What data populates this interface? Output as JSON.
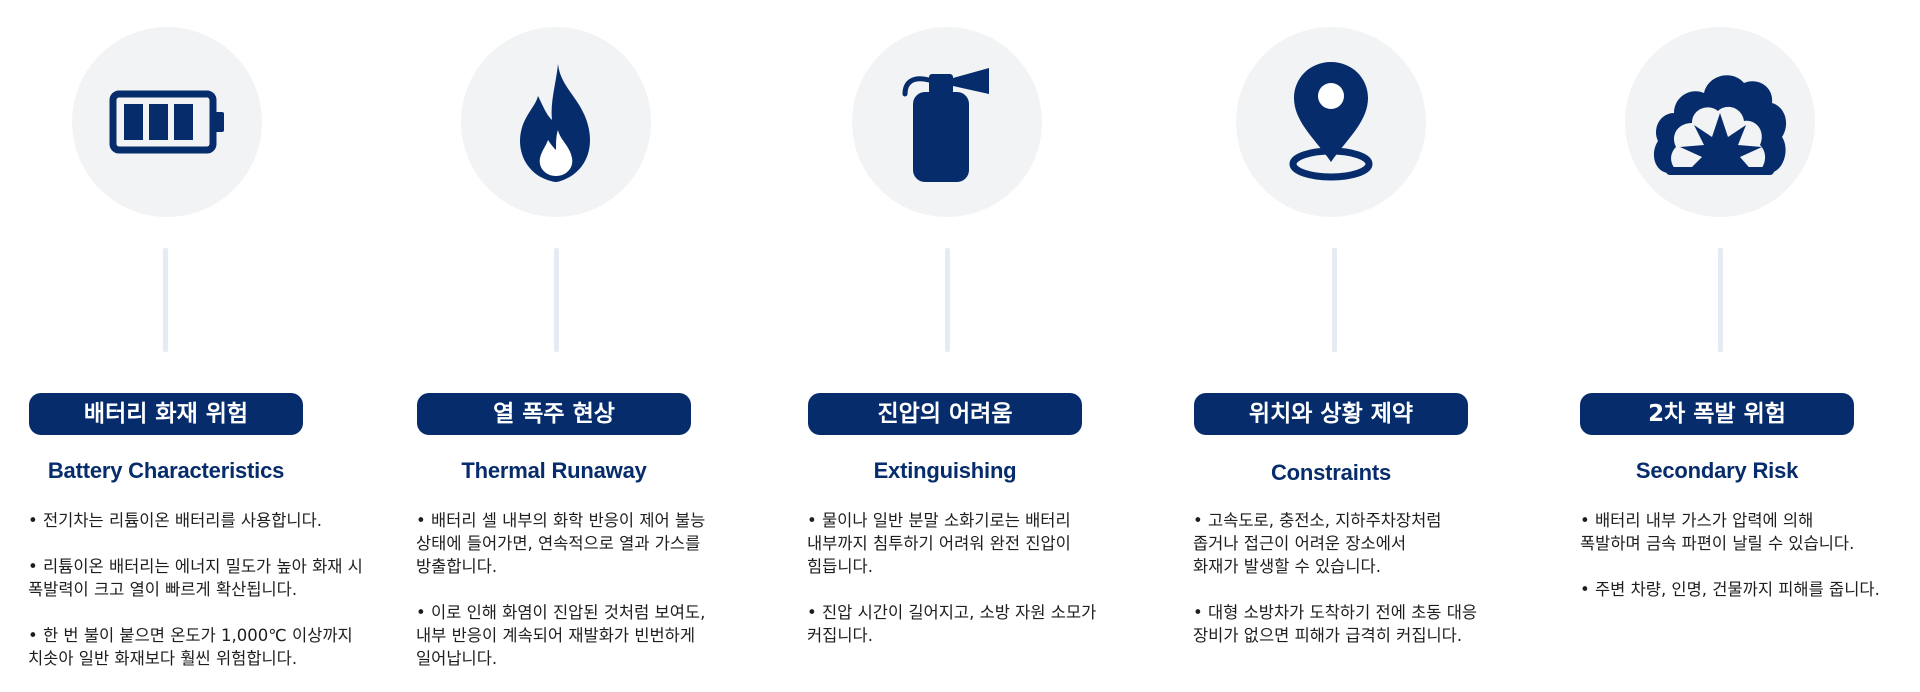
{
  "accent_color": "#062c6c",
  "columns": [
    {
      "icon": "battery-icon",
      "title": "배터리 화재 위험",
      "subtitle": "Battery Characteristics",
      "bullets": [
        "• 전기차는 리튬이온 배터리를 사용합니다.",
        "• 리튬이온 배터리는 에너지 밀도가 높아 화재 시\n폭발력이 크고 열이 빠르게 확산됩니다.",
        "• 한 번 불이 붙으면 온도가 1,000℃ 이상까지\n치솟아 일반 화재보다 훨씬 위험합니다."
      ]
    },
    {
      "icon": "flame-icon",
      "title": "열 폭주 현상",
      "subtitle": "Thermal Runaway",
      "bullets": [
        "• 배터리 셀 내부의 화학 반응이 제어 불능\n상태에 들어가면, 연속적으로 열과 가스를\n방출합니다.",
        "• 이로 인해 화염이 진압된 것처럼 보여도,\n내부 반응이 계속되어 재발화가 빈번하게\n일어납니다."
      ]
    },
    {
      "icon": "fire-extinguisher-icon",
      "title": "진압의 어려움",
      "subtitle": "Extinguishing",
      "bullets": [
        "• 물이나 일반 분말 소화기로는 배터리\n내부까지 침투하기 어려워 완전 진압이\n힘듭니다.",
        "• 진압 시간이 길어지고, 소방 자원 소모가\n커집니다."
      ]
    },
    {
      "icon": "location-pin-icon",
      "title": "위치와 상황 제약",
      "subtitle": "Constraints",
      "bullets": [
        "• 고속도로, 충전소, 지하주차장처럼\n좁거나 접근이 어려운 장소에서\n화재가 발생할 수 있습니다.",
        "• 대형 소방차가 도착하기 전에 초동 대응\n장비가 없으면 피해가 급격히 커집니다."
      ]
    },
    {
      "icon": "explosion-icon",
      "title": "2차 폭발 위험",
      "subtitle": "Secondary Risk",
      "bullets": [
        "• 배터리 내부 가스가 압력에 의해\n폭발하며 금속 파편이 날릴 수 있습니다.",
        "•  주변 차량, 인명, 건물까지 피해를 줍니다."
      ]
    }
  ]
}
